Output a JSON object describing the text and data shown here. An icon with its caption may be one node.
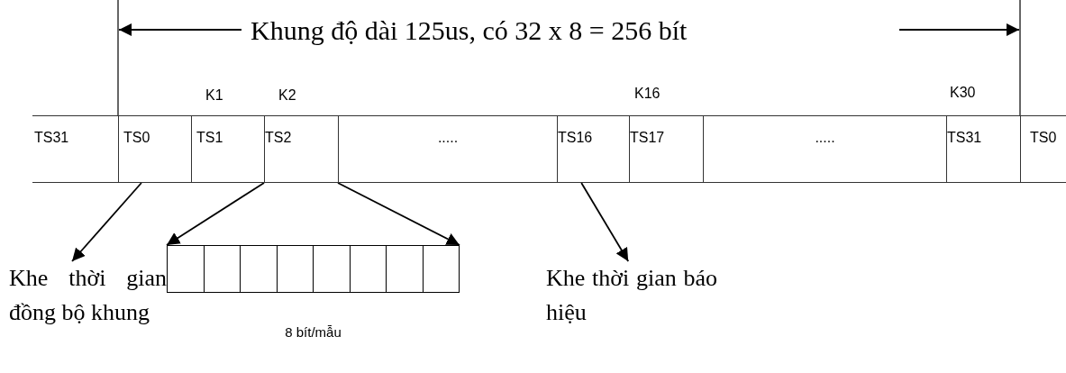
{
  "diagram": {
    "title": "Khung độ dài 125us, có 32 x 8 = 256 bít",
    "nodes": [
      {
        "text": [
          "TS31"
        ]
      },
      {
        "text": [
          "TS0"
        ]
      },
      {
        "text": [
          "TS1"
        ]
      },
      {
        "text": [
          "TS2"
        ]
      },
      {
        "text": [
          "....."
        ]
      },
      {
        "text": [
          "TS16"
        ]
      },
      {
        "text": [
          "TS17"
        ]
      },
      {
        "text": [
          "....."
        ]
      },
      {
        "text": [
          "TS31"
        ]
      },
      {
        "text": [
          "TS0"
        ]
      },
      {
        "text": [],
        "shape": "bar",
        "beside": [
          "8 bít/mẫu"
        ]
      },
      {
        "text": [
          "Khe thời gian đồng bộ khung"
        ]
      },
      {
        "text": [
          "Khe thời gian báo hiệu"
        ]
      }
    ],
    "edges": [
      {
        "from": 1,
        "to": 11,
        "arrow": "to"
      },
      {
        "from": 3,
        "to": 10,
        "arrow": "to"
      },
      {
        "from": 3,
        "to": 10,
        "arrow": "to"
      },
      {
        "from": 5,
        "to": 12,
        "arrow": "to"
      }
    ],
    "labels": [
      "K1",
      "K2",
      "K16",
      "K30"
    ]
  }
}
